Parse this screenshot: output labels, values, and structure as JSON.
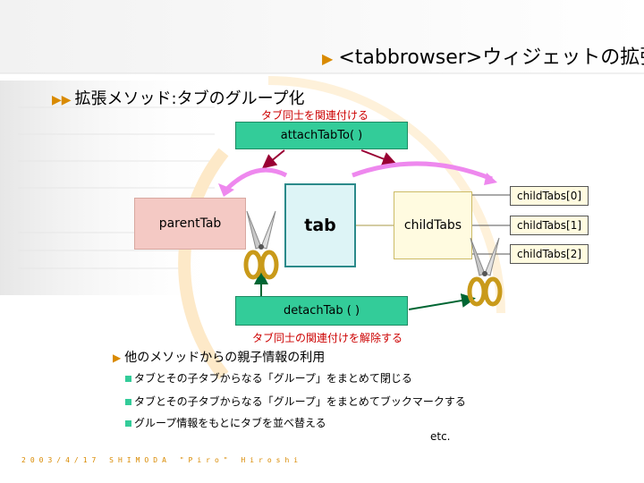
{
  "title": "<tabbrowser>ウィジェットの拡張",
  "subtitle": "拡張メソッド:タブのグループ化",
  "notes": {
    "attach": "タブ同士を関連付ける",
    "detach": "タブ同士の関連付けを解除する"
  },
  "buttons": {
    "attach": "attachTabTo( )",
    "detach": "detachTab ( )"
  },
  "boxes": {
    "parent": "parentTab",
    "tab": "tab",
    "child": "childTabs",
    "child_tabs": [
      "childTabs[0]",
      "childTabs[1]",
      "childTabs[2]"
    ]
  },
  "list": {
    "heading": "他のメソッドからの親子情報の利用",
    "items": [
      "タブとその子タブからなる「グループ」をまとめて閉じる",
      "タブとその子タブからなる「グループ」をまとめてブックマークする",
      "グループ情報をもとにタブを並べ替える"
    ],
    "etc": "etc."
  },
  "footer": "2003/4/17 SHIMODA \"Piro\" Hiroshi",
  "colors": {
    "accent": "#d98a00",
    "button_green": "#33cc99",
    "note_red": "#cc0000",
    "arrow_red": "#990033",
    "arrow_green": "#006633",
    "curve_pink": "#ee88ee"
  },
  "icons": [
    "scissors-icon",
    "bullet-arrow-icon",
    "bullet-square-icon"
  ]
}
